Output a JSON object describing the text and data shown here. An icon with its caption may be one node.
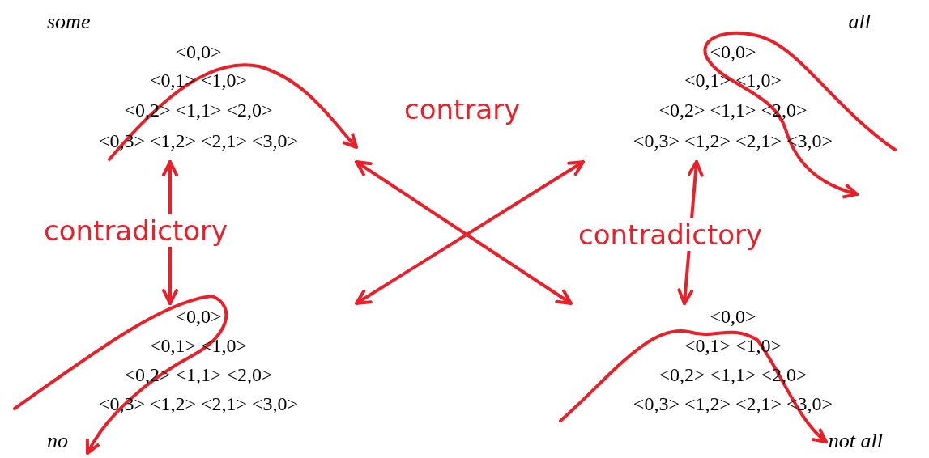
{
  "diagram": {
    "nodes": [
      {
        "text": [
          "some",
          "<0,0>",
          "<0,1> <1,0>",
          "<0,2> <1,1> <2,0>",
          "<0,3> <1,2> <2,1> <3,0>"
        ]
      },
      {
        "text": [
          "all",
          "<0,0>",
          "<0,1> <1,0>",
          "<0,2> <1,1> <2,0>",
          "<0,3> <1,2> <2,1> <3,0>"
        ]
      },
      {
        "text": [
          "no",
          "<0,0>",
          "<0,1> <1,0>",
          "<0,2> <1,1> <2,0>",
          "<0,3> <1,2> <2,1> <3,0>"
        ]
      },
      {
        "text": [
          "not all",
          "<0,0>",
          "<0,1> <1,0>",
          "<0,2> <1,1> <2,0>",
          "<0,3> <1,2> <2,1> <3,0>"
        ]
      }
    ],
    "edges": [
      {
        "from": 0,
        "to": 2,
        "arrow": "both",
        "label": "contradictory",
        "color": "#e8202a"
      },
      {
        "from": 1,
        "to": 3,
        "arrow": "both",
        "label": "contradictory",
        "color": "#e8202a"
      },
      {
        "from": 0,
        "to": 3,
        "arrow": "both",
        "color": "#e8202a"
      },
      {
        "from": 2,
        "to": 1,
        "arrow": "both",
        "color": "#e8202a"
      }
    ],
    "labels": [
      "contrary"
    ]
  }
}
